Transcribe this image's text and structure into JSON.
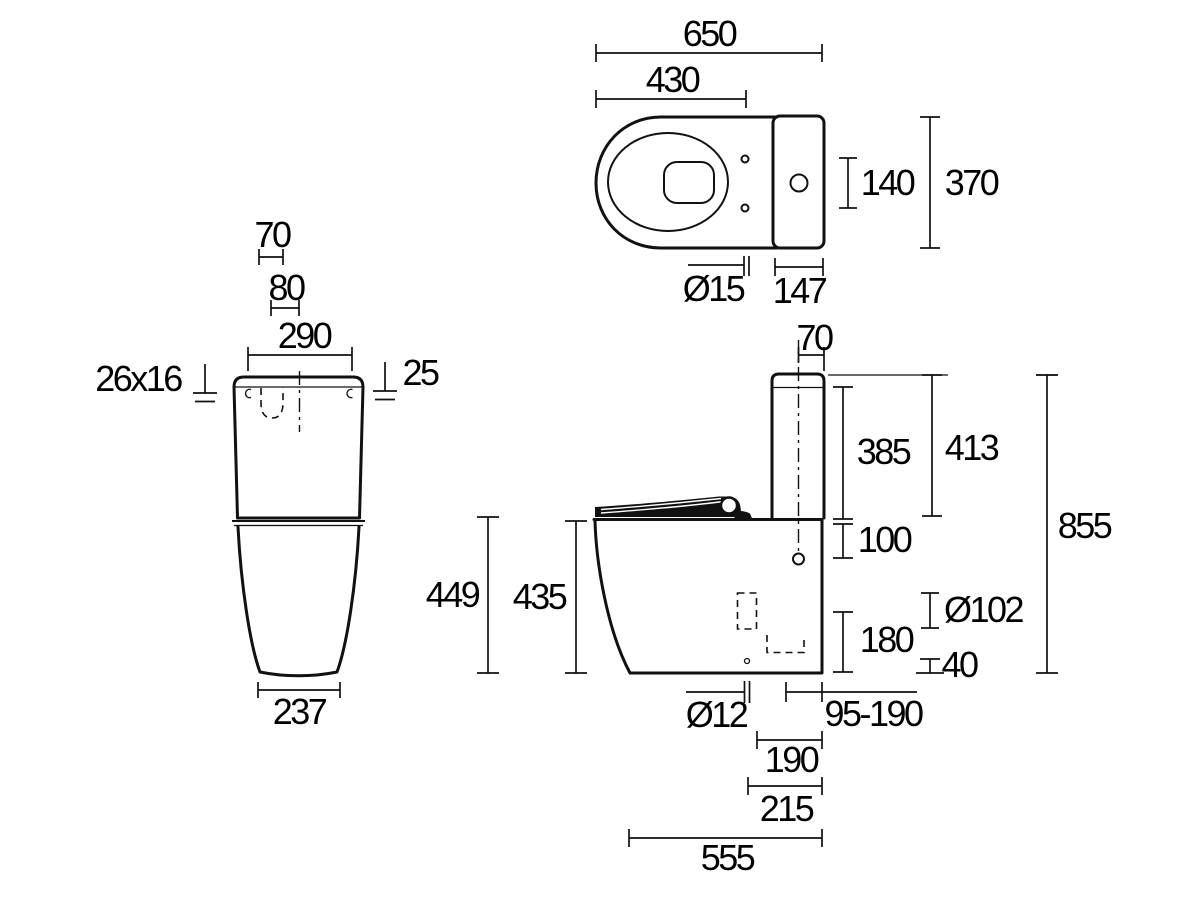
{
  "plan_view": {
    "overall_length": "650",
    "bowl_length": "430",
    "flush_button_offset": "140",
    "overall_width": "370",
    "seat_hole_dia": "Ø15",
    "cistern_depth": "147"
  },
  "front_view": {
    "pitch_70": "70",
    "pitch_80": "80",
    "cistern_width": "290",
    "fixing_slot": "26x16",
    "offset_25": "25",
    "base_width": "237"
  },
  "side_view": {
    "seat_height": "449",
    "pan_height": "435",
    "inlet_offset": "70",
    "cistern_height": "385",
    "cistern_top_to_seat": "413",
    "overall_height": "855",
    "seat_fixing_drop": "100",
    "outlet_dia": "Ø102",
    "outlet_height": "180",
    "offset_40": "40",
    "fixing_hole_dia": "Ø12",
    "setout_range": "95-190",
    "setout_190": "190",
    "setout_215": "215",
    "overall_depth": "555"
  }
}
